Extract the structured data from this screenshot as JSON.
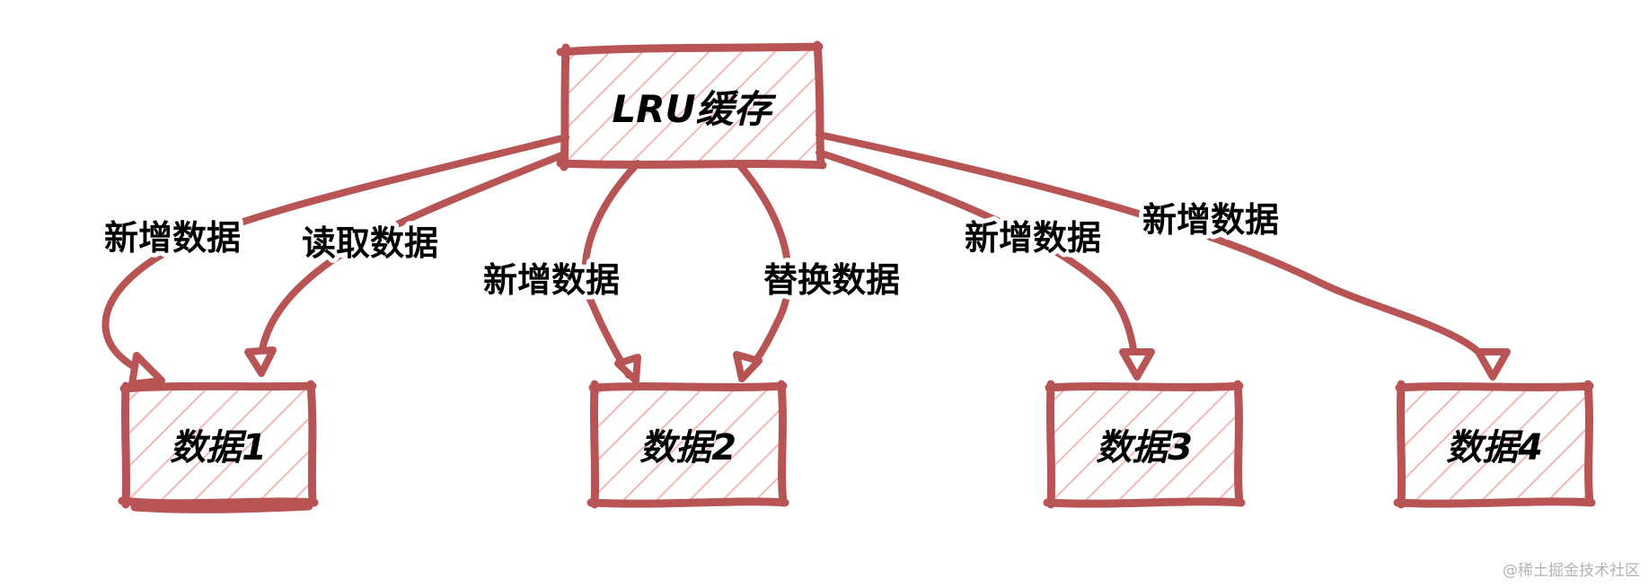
{
  "colors": {
    "stroke": "#b85454",
    "hatch": "#f2b8b8",
    "text": "#000000",
    "background": "#ffffff"
  },
  "nodes": {
    "root": {
      "label": "LRU缓存"
    },
    "data1": {
      "label": "数据1"
    },
    "data2": {
      "label": "数据2"
    },
    "data3": {
      "label": "数据3"
    },
    "data4": {
      "label": "数据4"
    }
  },
  "edges": {
    "add_1": {
      "label": "新增数据"
    },
    "read_1": {
      "label": "读取数据"
    },
    "add_2": {
      "label": "新增数据"
    },
    "replace_2": {
      "label": "替换数据"
    },
    "add_3": {
      "label": "新增数据"
    },
    "add_4": {
      "label": "新增数据"
    }
  },
  "watermark": "@稀土掘金技术社区"
}
